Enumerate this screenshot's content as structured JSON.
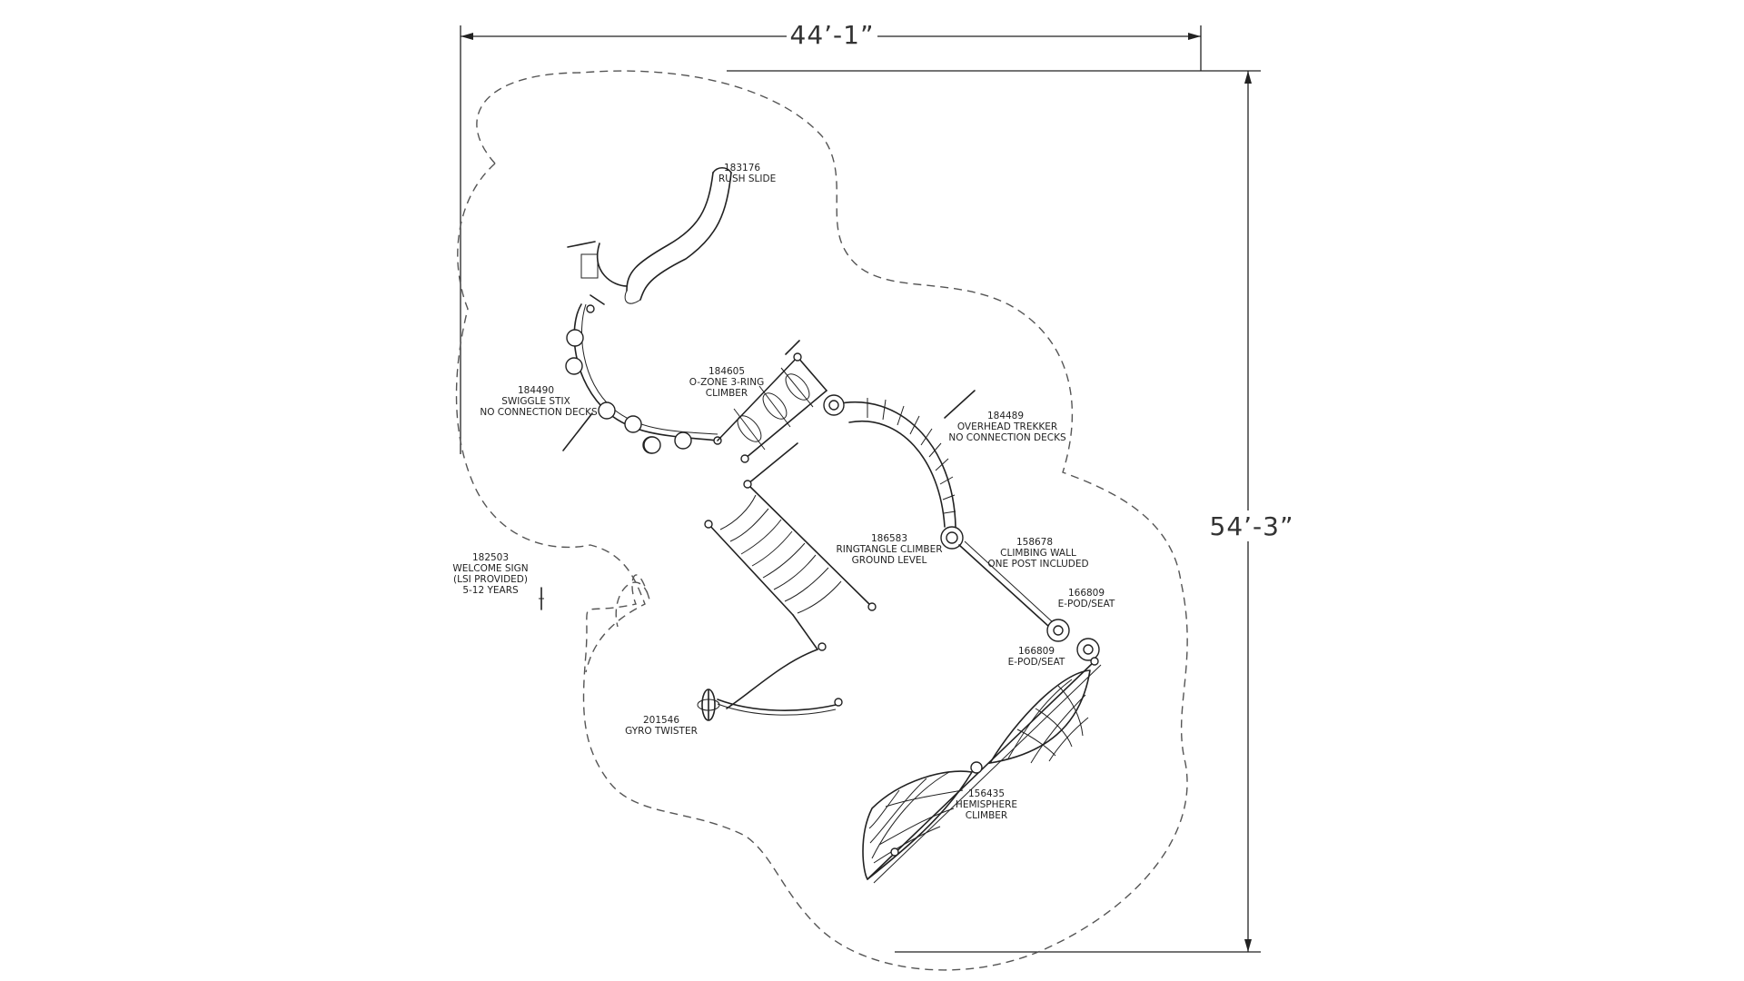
{
  "dimensions": {
    "width": "44’-1”",
    "height": "54’-3”"
  },
  "labels": {
    "rush_slide": {
      "code": "183176",
      "name": "RUSH SLIDE"
    },
    "swiggle_stix": {
      "code": "184490",
      "name": "SWIGGLE STIX",
      "note": "NO CONNECTION DECKS"
    },
    "ozone_climber": {
      "code": "184605",
      "name": "O-ZONE 3-RING",
      "note": "CLIMBER"
    },
    "overhead_trekker": {
      "code": "184489",
      "name": "OVERHEAD TREKKER",
      "note": "NO CONNECTION DECKS"
    },
    "ringtangle_climber": {
      "code": "186583",
      "name": "RINGTANGLE CLIMBER",
      "note": "GROUND LEVEL"
    },
    "climbing_wall": {
      "code": "158678",
      "name": "CLIMBING WALL",
      "note": "ONE POST INCLUDED"
    },
    "epod_seat_1": {
      "code": "166809",
      "name": "E-POD/SEAT"
    },
    "epod_seat_2": {
      "code": "166809",
      "name": "E-POD/SEAT"
    },
    "welcome_sign": {
      "code": "182503",
      "name": "WELCOME SIGN",
      "note": "(LSI PROVIDED)",
      "extra": "5-12 YEARS"
    },
    "gyro_twister": {
      "code": "201546",
      "name": "GYRO TWISTER"
    },
    "hemisphere_climber": {
      "code": "156435",
      "name": "HEMISPHERE",
      "note": "CLIMBER"
    }
  }
}
